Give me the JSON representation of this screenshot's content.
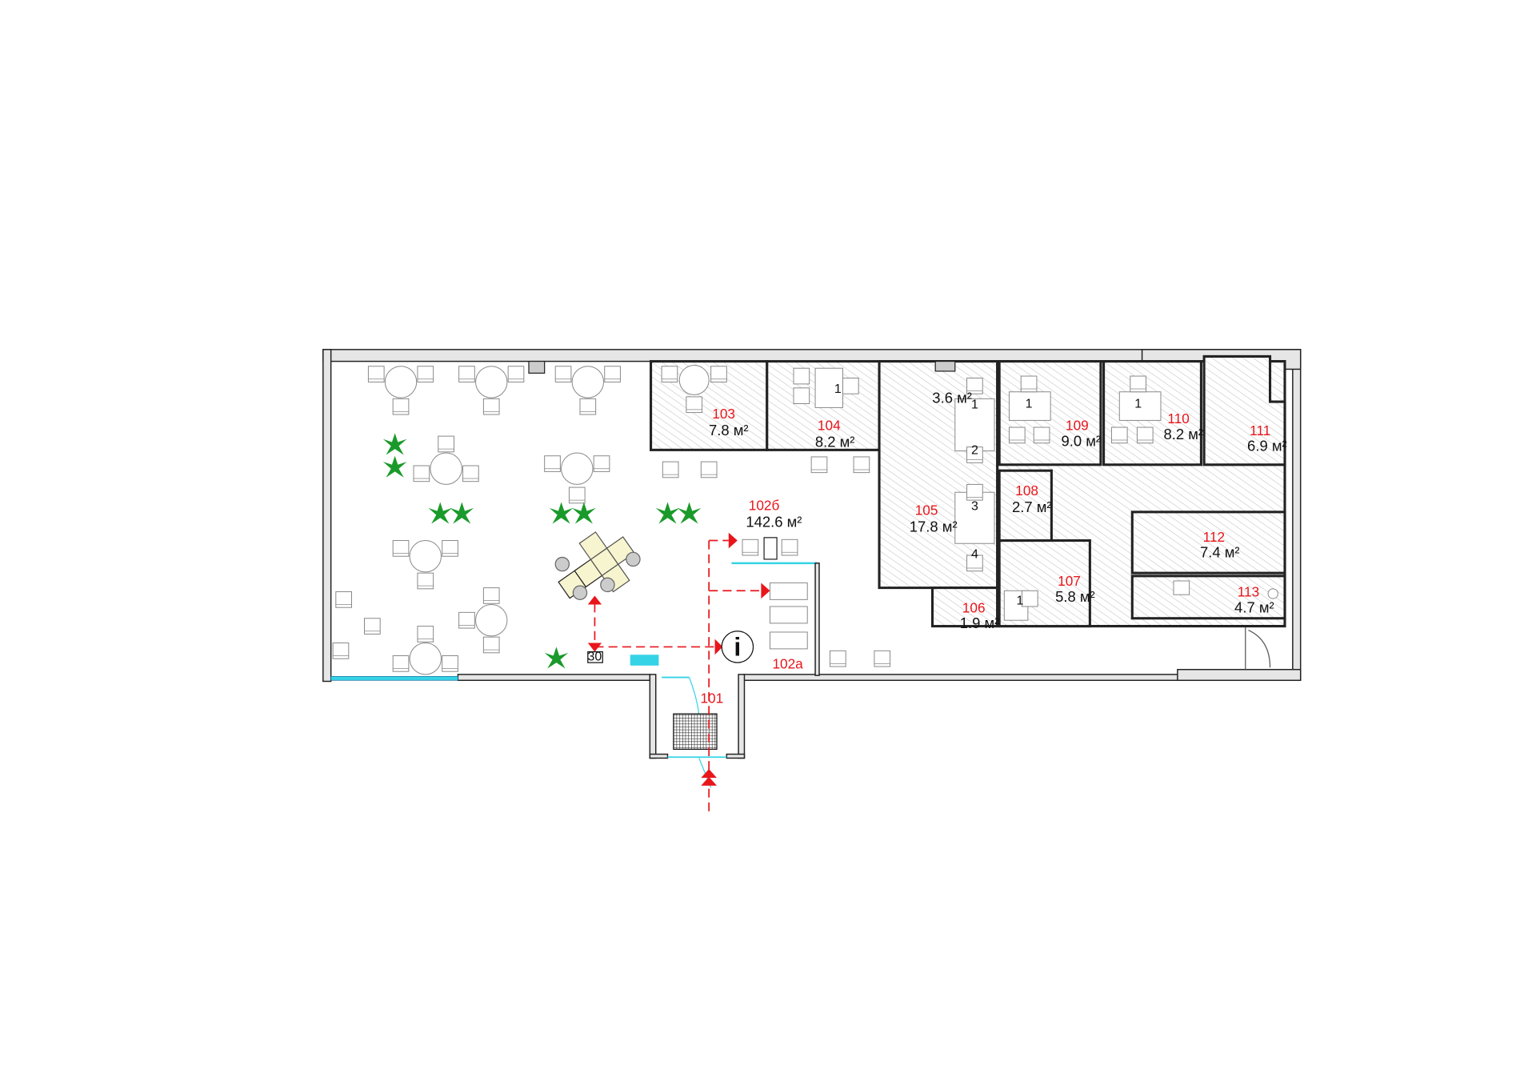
{
  "plan": {
    "hall": {
      "number": "102б",
      "area": "142.6 м²"
    },
    "reception": {
      "number": "102а"
    },
    "vestibule": {
      "number": "101"
    },
    "info_symbol": "i",
    "sign_30": "30",
    "rooms": [
      {
        "number": "103",
        "area": "7.8 м²"
      },
      {
        "number": "104",
        "area": "8.2 м²"
      },
      {
        "number": "105",
        "area": "17.8 м²"
      },
      {
        "number": "106",
        "area": "1.9 м²"
      },
      {
        "number": "107",
        "area": "5.8 м²"
      },
      {
        "number": "108",
        "area": "2.7 м²"
      },
      {
        "number": "109",
        "area": "9.0 м²"
      },
      {
        "number": "110",
        "area": "8.2 м²"
      },
      {
        "number": "111",
        "area": "6.9 м²"
      },
      {
        "number": "112",
        "area": "7.4 м²"
      },
      {
        "number": "113",
        "area": "4.7 м²"
      }
    ],
    "sub_area_105": "3.6 м²",
    "seat_labels": [
      "1",
      "2",
      "3",
      "4"
    ],
    "desk_label": "1"
  },
  "colors": {
    "wall": "#e6e6e6",
    "label_red": "#e8161b",
    "plant": "#1a9a2a",
    "glass": "#35d3e6",
    "desk": "#f7f5cf"
  }
}
